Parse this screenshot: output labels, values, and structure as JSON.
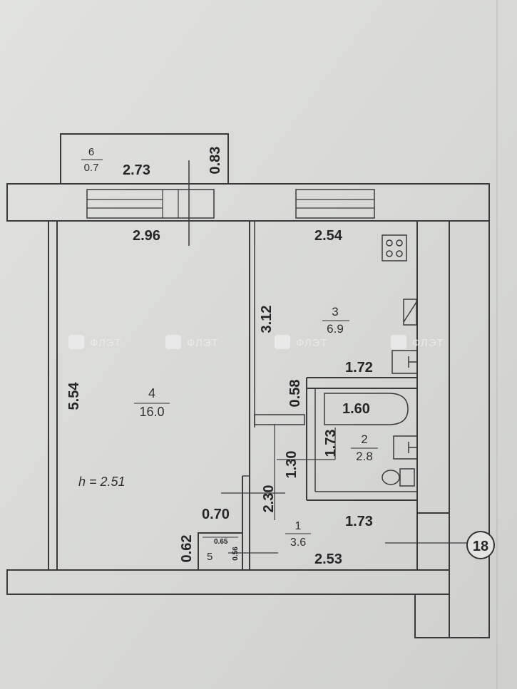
{
  "plan": {
    "watermark": "ФЛЭТ",
    "ceiling_height": "h = 2.51",
    "unit_marker": "18",
    "rooms": [
      {
        "key": "r1",
        "number": "1",
        "area": "3.6"
      },
      {
        "key": "r2",
        "number": "2",
        "area": "2.8"
      },
      {
        "key": "r3",
        "number": "3",
        "area": "6.9"
      },
      {
        "key": "r4",
        "number": "4",
        "area": "16.0"
      },
      {
        "key": "r5",
        "number": "5",
        "area": ""
      },
      {
        "key": "r6",
        "number": "6",
        "area": "0.7"
      }
    ],
    "dimensions": {
      "balcony_length": "2.73",
      "balcony_depth": "0.83",
      "room4_width": "2.96",
      "room4_length": "5.54",
      "kitchen_width": "2.54",
      "kitchen_length": "3.12",
      "wc_width": "1.72",
      "corridor_short": "0.58",
      "bath_width": "1.60",
      "bath_length": "1.73",
      "bath_inner": "1.30",
      "hall_length": "2.30",
      "hall_small": "0.70",
      "hall_width": "1.73",
      "hall_total": "2.53",
      "closet_depth": "0.62",
      "closet_w": "0.65",
      "closet_d": "0.56"
    }
  }
}
